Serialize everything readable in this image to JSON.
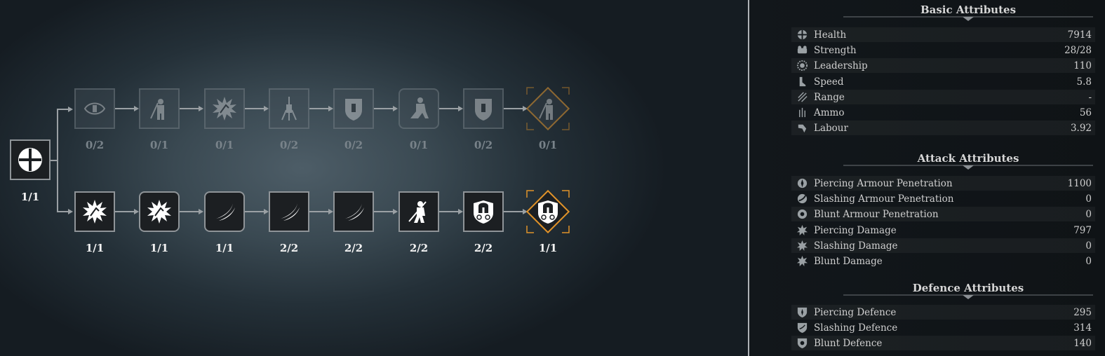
{
  "tree": {
    "root": {
      "icon": "cross-shield-icon",
      "count": "1/1"
    },
    "top_row": [
      {
        "icon": "eye-slash-icon",
        "count": "0/2"
      },
      {
        "icon": "soldier-spear-icon",
        "count": "0/1"
      },
      {
        "icon": "burst-icon",
        "count": "0/1"
      },
      {
        "icon": "sword-soldier-icon",
        "count": "0/2"
      },
      {
        "icon": "shield-soldier-icon",
        "count": "0/2"
      },
      {
        "icon": "running-soldier-icon",
        "count": "0/1"
      },
      {
        "icon": "shield-soldier-icon",
        "count": "0/2"
      },
      {
        "icon": "soldier-spear-icon",
        "count": "0/1"
      }
    ],
    "bottom_row": [
      {
        "icon": "burst-icon",
        "count": "1/1"
      },
      {
        "icon": "burst-icon",
        "count": "1/1"
      },
      {
        "icon": "slash-icon",
        "count": "1/1"
      },
      {
        "icon": "slash-icon",
        "count": "2/2"
      },
      {
        "icon": "slash-icon",
        "count": "2/2"
      },
      {
        "icon": "spear-soldier-icon",
        "count": "2/2"
      },
      {
        "icon": "helmet-shield-icon",
        "count": "2/2"
      },
      {
        "icon": "helmet-shield-icon",
        "count": "1/1"
      }
    ]
  },
  "panel": {
    "basic": {
      "title": "Basic Attributes",
      "rows": [
        {
          "icon": "health-icon",
          "label": "Health",
          "value": "7914"
        },
        {
          "icon": "strength-icon",
          "label": "Strength",
          "value": "28/28"
        },
        {
          "icon": "leadership-icon",
          "label": "Leadership",
          "value": "110"
        },
        {
          "icon": "speed-icon",
          "label": "Speed",
          "value": "5.8"
        },
        {
          "icon": "range-icon",
          "label": "Range",
          "value": "-"
        },
        {
          "icon": "ammo-icon",
          "label": "Ammo",
          "value": "56"
        },
        {
          "icon": "labour-icon",
          "label": "Labour",
          "value": "3.92"
        }
      ]
    },
    "attack": {
      "title": "Attack Attributes",
      "rows": [
        {
          "icon": "piercing-penetration-icon",
          "label": "Piercing Armour Penetration",
          "value": "1100"
        },
        {
          "icon": "slashing-penetration-icon",
          "label": "Slashing Armour Penetration",
          "value": "0"
        },
        {
          "icon": "blunt-penetration-icon",
          "label": "Blunt Armour Penetration",
          "value": "0"
        },
        {
          "icon": "piercing-damage-icon",
          "label": "Piercing Damage",
          "value": "797"
        },
        {
          "icon": "slashing-damage-icon",
          "label": "Slashing Damage",
          "value": "0"
        },
        {
          "icon": "blunt-damage-icon",
          "label": "Blunt Damage",
          "value": "0"
        }
      ]
    },
    "defence": {
      "title": "Defence Attributes",
      "rows": [
        {
          "icon": "piercing-defence-icon",
          "label": "Piercing Defence",
          "value": "295"
        },
        {
          "icon": "slashing-defence-icon",
          "label": "Slashing Defence",
          "value": "314"
        },
        {
          "icon": "blunt-defence-icon",
          "label": "Blunt Defence",
          "value": "140"
        }
      ]
    }
  }
}
